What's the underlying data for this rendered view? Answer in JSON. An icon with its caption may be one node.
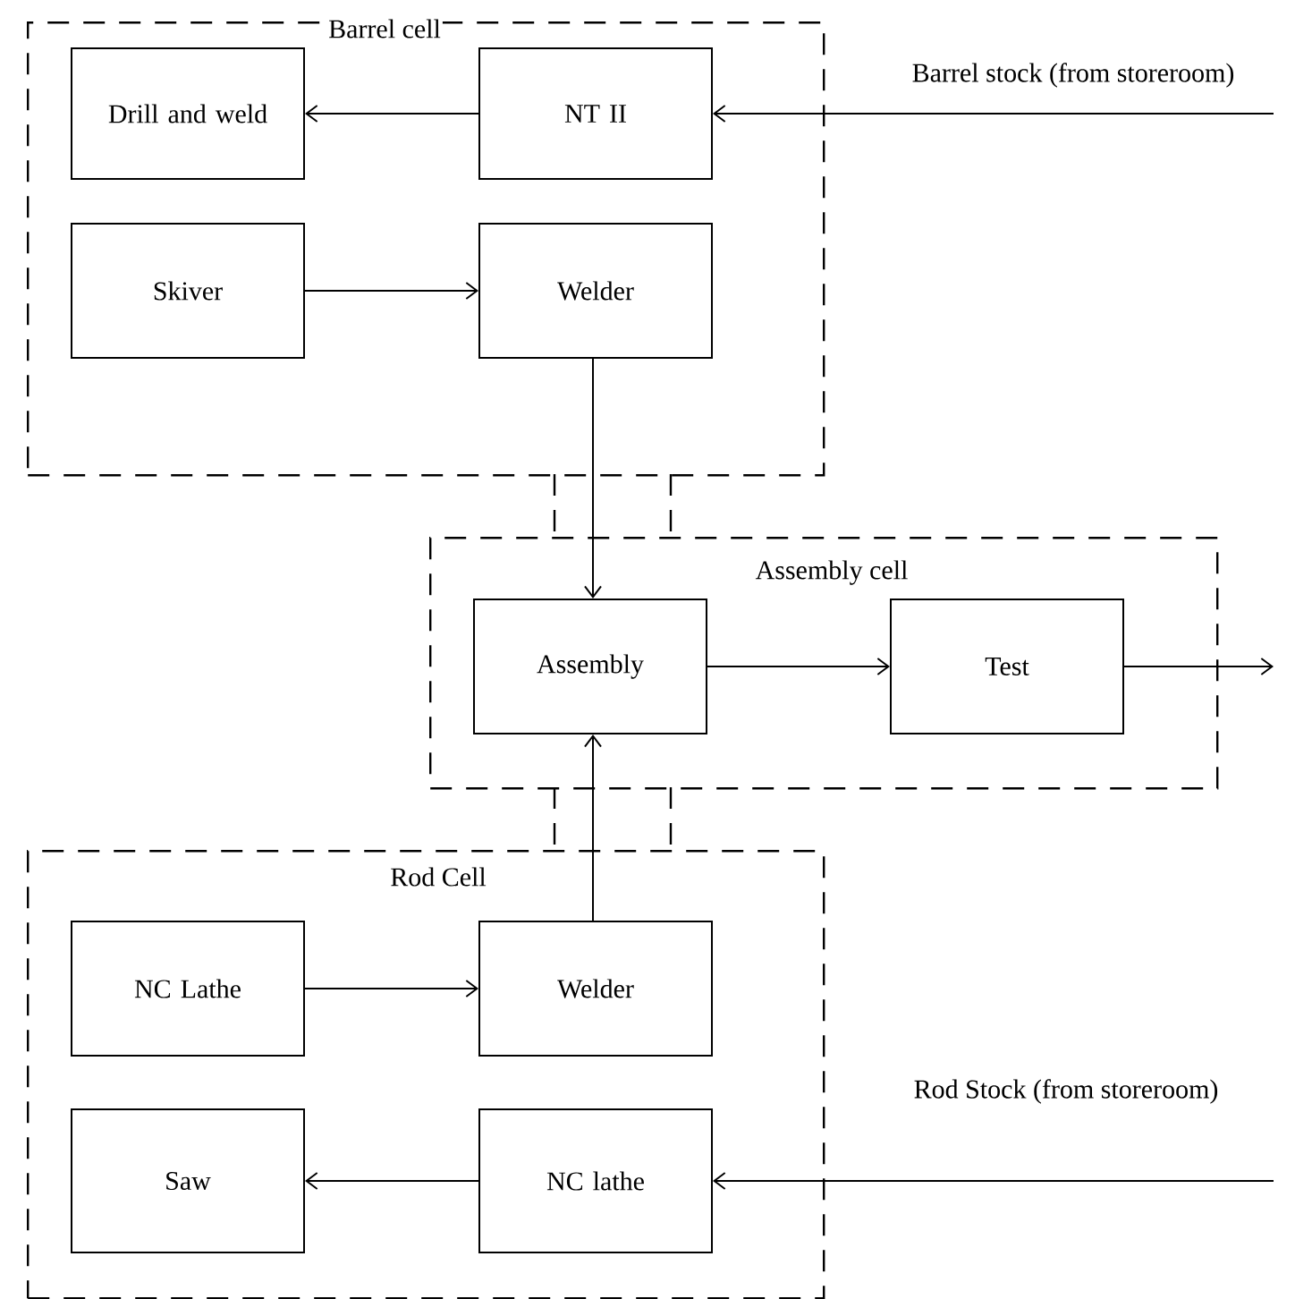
{
  "diagram": {
    "nodes": [
      {
        "text": [
          "Barrel cell"
        ]
      },
      {
        "text": [
          "Drill and weld"
        ],
        "in": 0
      },
      {
        "text": [
          "NT II"
        ],
        "in": 0
      },
      {
        "text": [
          "Skiver"
        ],
        "in": 0
      },
      {
        "text": [
          "Welder"
        ],
        "in": 0
      },
      {
        "text": [
          "Assembly cell"
        ]
      },
      {
        "text": [
          "Assembly"
        ],
        "in": 5
      },
      {
        "text": [
          "Test"
        ],
        "in": 5
      },
      {
        "text": [
          "Rod Cell"
        ]
      },
      {
        "text": [
          "NC Lathe"
        ],
        "in": 8
      },
      {
        "text": [
          "Welder"
        ],
        "in": 8
      },
      {
        "text": [
          "Saw"
        ],
        "in": 8
      },
      {
        "text": [
          "NC lathe"
        ],
        "in": 8
      }
    ],
    "edges": [
      {
        "from": null,
        "to": 2,
        "arrow": "to",
        "label": "Barrel stock (from storeroom)"
      },
      {
        "from": 2,
        "to": 1,
        "arrow": "to"
      },
      {
        "from": 3,
        "to": 4,
        "arrow": "to"
      },
      {
        "from": 4,
        "to": 6,
        "arrow": "to"
      },
      {
        "from": 6,
        "to": 7,
        "arrow": "to"
      },
      {
        "from": 7,
        "to": null,
        "arrow": "to"
      },
      {
        "from": 9,
        "to": 10,
        "arrow": "to"
      },
      {
        "from": 10,
        "to": 6,
        "arrow": "to"
      },
      {
        "from": null,
        "to": 12,
        "arrow": "to",
        "label": "Rod Stock (from storeroom)"
      },
      {
        "from": 12,
        "to": 11,
        "arrow": "to"
      }
    ]
  }
}
